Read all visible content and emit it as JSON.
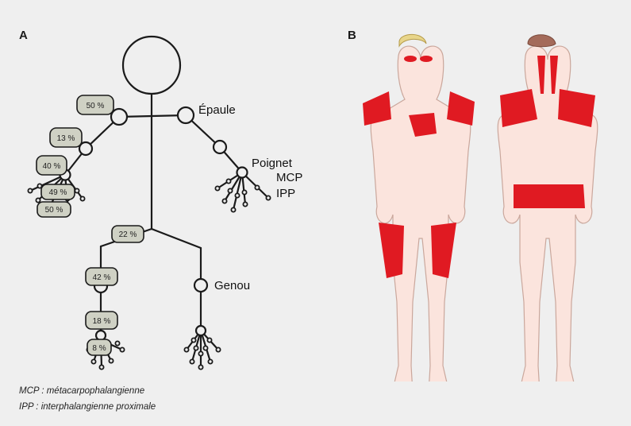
{
  "panels": {
    "a": "A",
    "b": "B"
  },
  "joints": {
    "shoulder": "Épaule",
    "wrist": "Poignet",
    "mcp": "MCP",
    "ipp": "IPP",
    "knee": "Genou"
  },
  "percentages": {
    "shoulder": "50 %",
    "elbow": "13 %",
    "wrist": "40 %",
    "mcp": "49 %",
    "ipp": "50 %",
    "hip": "22 %",
    "knee": "42 %",
    "ankle": "18 %",
    "toes": "8 %"
  },
  "footnotes": {
    "mcp": "MCP : métacarpophalangienne",
    "ipp": "IPP : interphalangienne proximale"
  },
  "colors": {
    "background": "#efefef",
    "badge_fill": "#cfd1c4",
    "highlight_red": "#e01a22",
    "skin": "#fbe4dd",
    "outline": "#222222"
  }
}
